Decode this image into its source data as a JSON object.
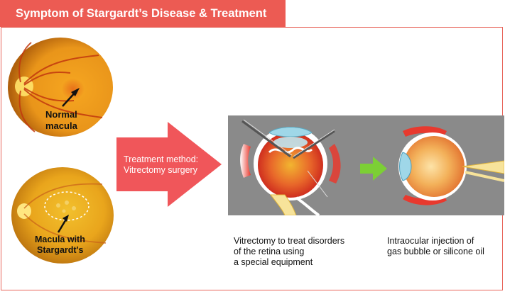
{
  "title": "Symptom of Stargardt’s Disease & Treatment",
  "fundus_images": [
    {
      "label_line1": "Normal",
      "label_line2": "macula"
    },
    {
      "label_line1": "Macula with",
      "label_line2": "Stargardt's"
    }
  ],
  "arrow": {
    "line1": "Treatment method:",
    "line2": "Vitrectomy surgery"
  },
  "captions": {
    "left": [
      "Vitrectomy to treat disorders",
      "of the retina using",
      "a special equipment"
    ],
    "right": [
      "Intraocular injection of",
      "gas bubble or silicone oil"
    ]
  },
  "colors": {
    "accent": "#ec5b53",
    "arrow": "#f0565a",
    "panel": "#8a8a8a",
    "green_arrow": "#7ccf35"
  },
  "icons": [
    "eye-surgery-illustration",
    "green-arrow-right-icon",
    "eye-with-gas-bubble-illustration"
  ]
}
